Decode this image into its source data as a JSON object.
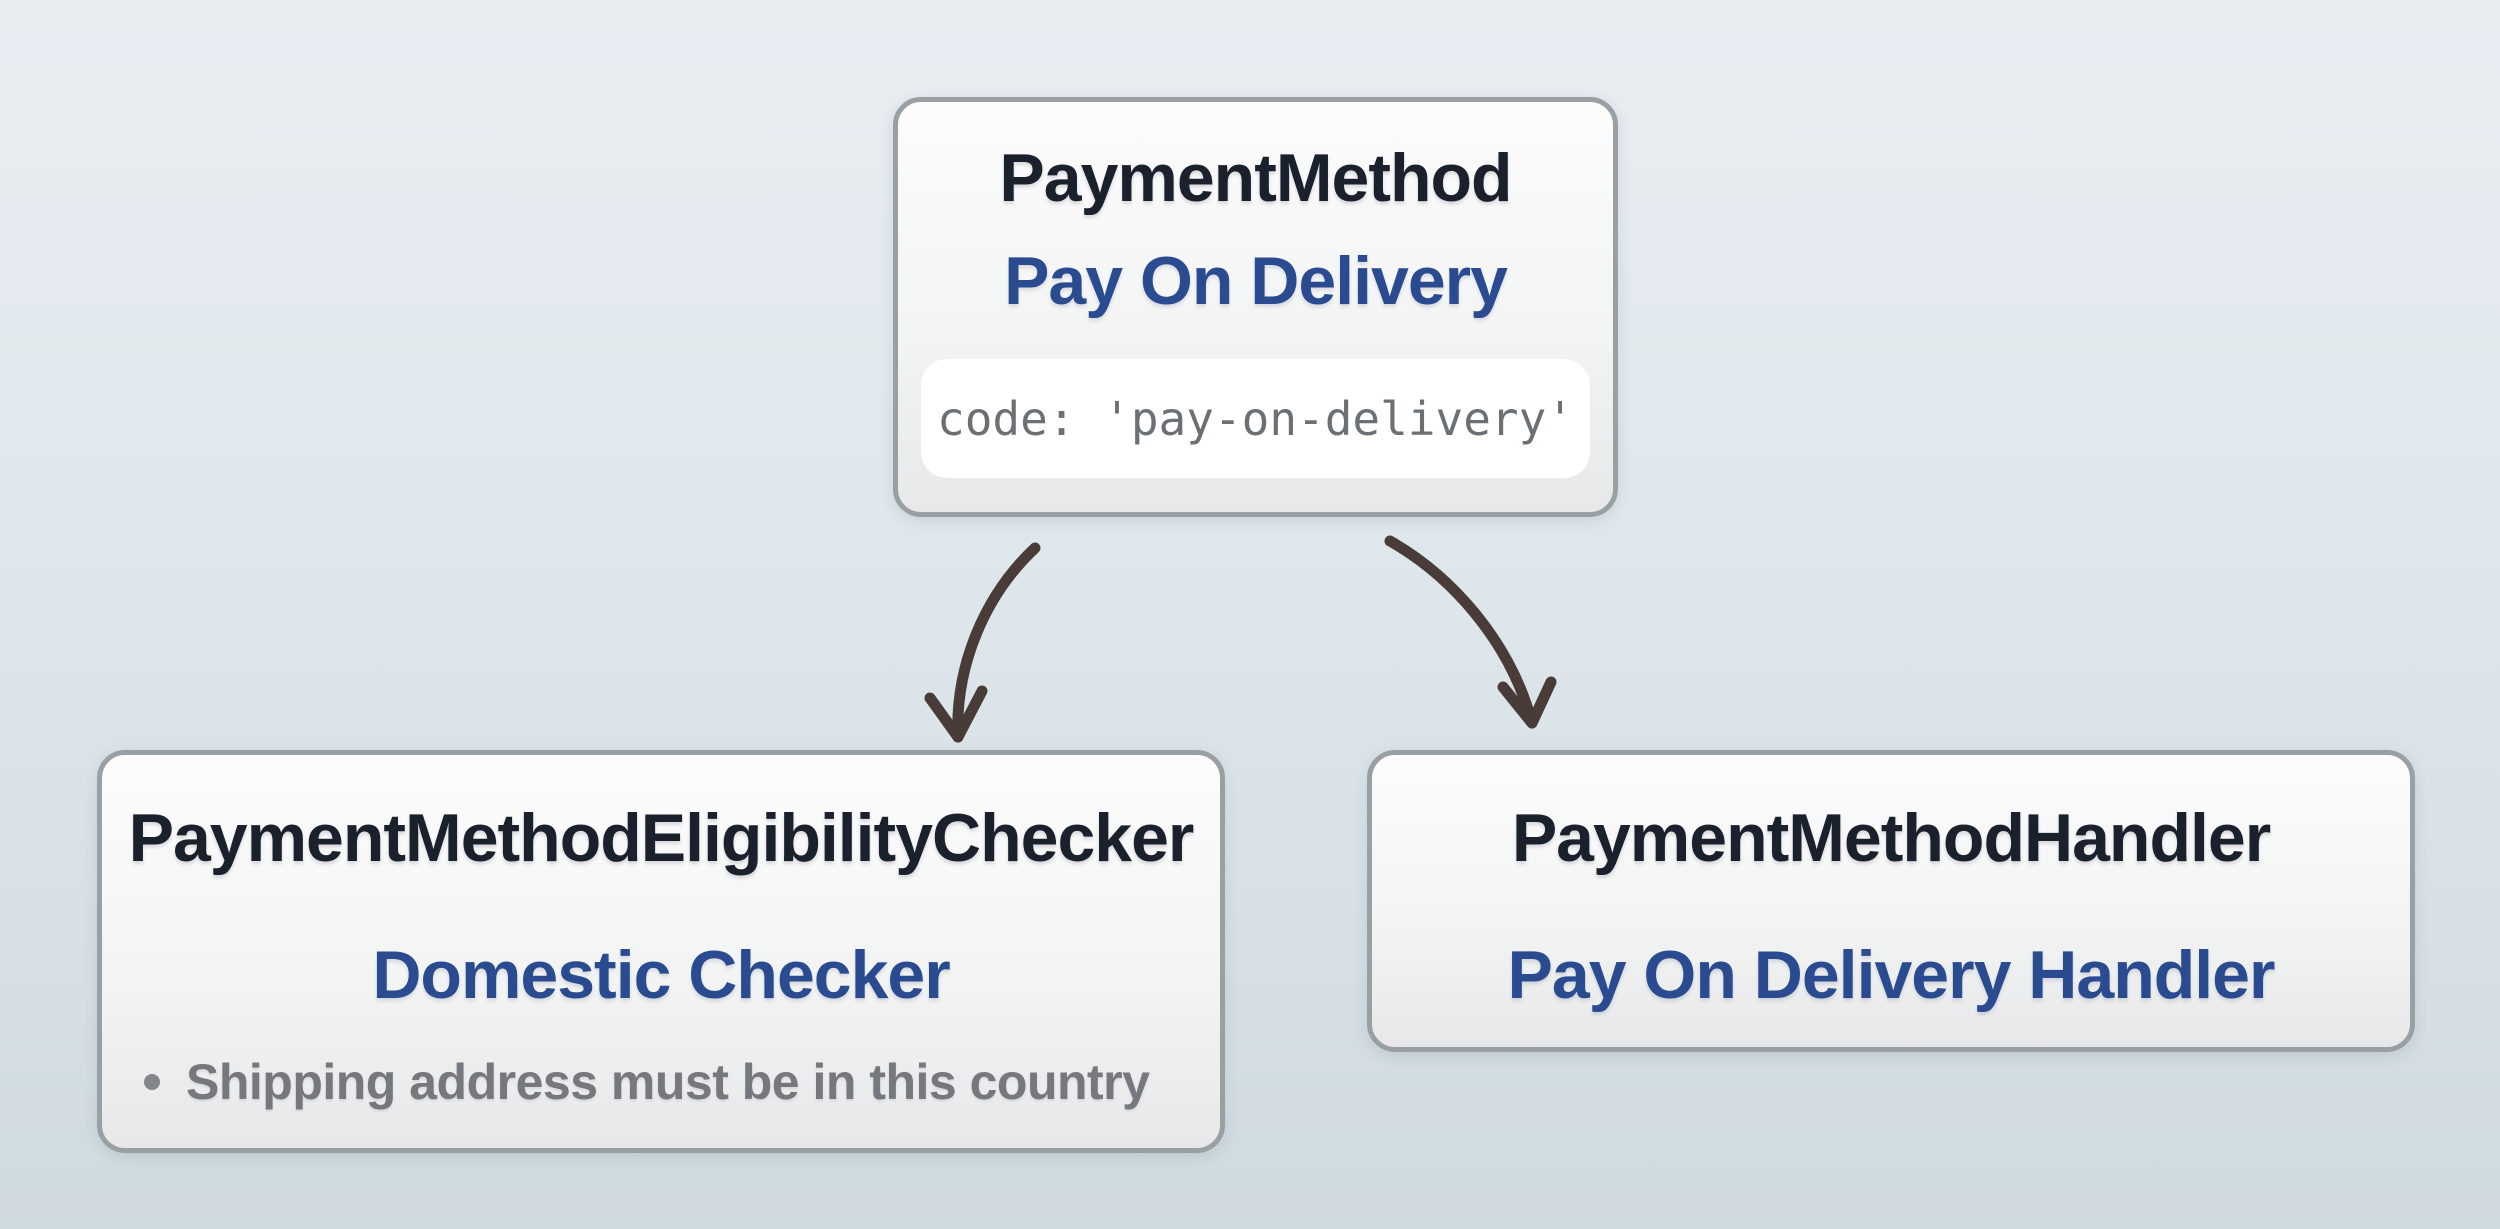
{
  "diagram": {
    "palette": {
      "background_top": "#e9edf2",
      "background_bottom": "#cfdae0",
      "card_border": "#99a0a4",
      "card_fill_top": "#fcfcfd",
      "card_fill_bottom": "#e7e8e9",
      "title_color": "#1b212c",
      "accent_blue": "#2a4b8f",
      "code_gray": "#6b7075",
      "bullet_gray": "#75797d",
      "arrow_color": "#493c38"
    },
    "nodes": {
      "payment_method": {
        "title": "PaymentMethod",
        "subtitle": "Pay On Delivery",
        "code": "code: 'pay-on-delivery'"
      },
      "eligibility_checker": {
        "title": "PaymentMethodEligibilityChecker",
        "subtitle": "Domestic Checker",
        "bullets": [
          "Shipping address must be in this country"
        ]
      },
      "handler": {
        "title": "PaymentMethodHandler",
        "subtitle": "Pay On Delivery Handler"
      }
    },
    "edges": [
      {
        "from": "payment_method",
        "to": "eligibility_checker"
      },
      {
        "from": "payment_method",
        "to": "handler"
      }
    ]
  }
}
